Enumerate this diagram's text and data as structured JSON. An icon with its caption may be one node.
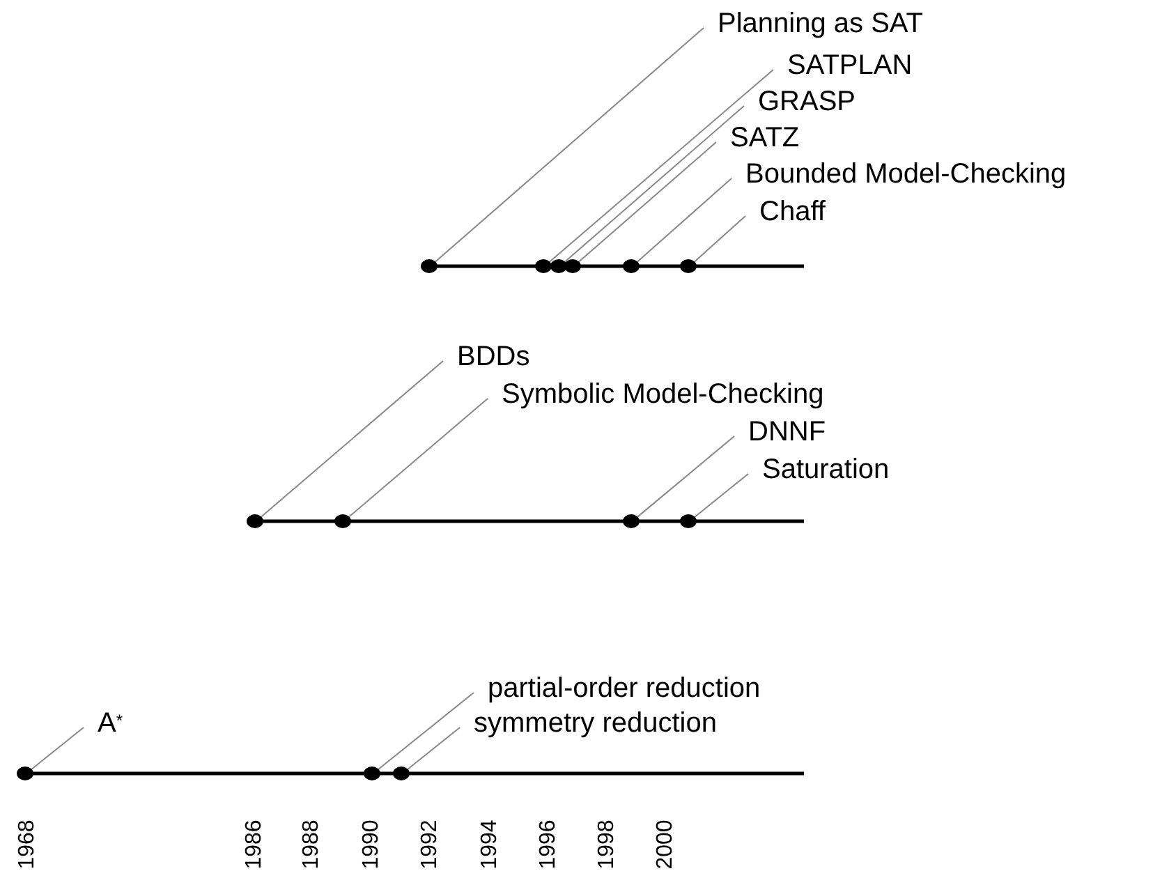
{
  "diagram": {
    "nodes": [
      {
        "text": [
          "Planning as SAT"
        ]
      },
      {
        "text": [
          "SATPLAN"
        ]
      },
      {
        "text": [
          "GRASP"
        ]
      },
      {
        "text": [
          "SATZ"
        ]
      },
      {
        "text": [
          "Bounded Model-Checking"
        ]
      },
      {
        "text": [
          "Chaff"
        ]
      },
      {
        "text": [
          "BDDs"
        ]
      },
      {
        "text": [
          "Symbolic Model-Checking"
        ]
      },
      {
        "text": [
          "DNNF"
        ]
      },
      {
        "text": [
          "Saturation"
        ]
      },
      {
        "text": [
          "A$^{*}$"
        ]
      },
      {
        "text": [
          "partial-order reduction"
        ]
      },
      {
        "text": [
          "symmetry reduction"
        ]
      },
      {
        "text": [],
        "shape": "circle"
      },
      {
        "text": [],
        "shape": "circle"
      },
      {
        "text": [],
        "shape": "circle"
      },
      {
        "text": [],
        "shape": "circle"
      },
      {
        "text": [],
        "shape": "circle"
      },
      {
        "text": [],
        "shape": "circle"
      },
      {
        "text": [],
        "shape": "circle"
      },
      {
        "text": [],
        "shape": "circle"
      },
      {
        "text": [],
        "shape": "circle"
      },
      {
        "text": [],
        "shape": "circle"
      },
      {
        "text": [],
        "shape": "circle"
      },
      {
        "text": [],
        "shape": "circle"
      },
      {
        "text": [],
        "shape": "circle"
      }
    ],
    "edges": [
      {
        "from": 0,
        "to": 13,
        "arrow": "none"
      },
      {
        "from": 1,
        "to": 14,
        "arrow": "none"
      },
      {
        "from": 2,
        "to": 15,
        "arrow": "none"
      },
      {
        "from": 3,
        "to": 16,
        "arrow": "none"
      },
      {
        "from": 4,
        "to": 17,
        "arrow": "none"
      },
      {
        "from": 5,
        "to": 18,
        "arrow": "none"
      },
      {
        "from": 6,
        "to": 19,
        "arrow": "none"
      },
      {
        "from": 7,
        "to": 20,
        "arrow": "none"
      },
      {
        "from": 8,
        "to": 21,
        "arrow": "none"
      },
      {
        "from": 9,
        "to": 22,
        "arrow": "none"
      },
      {
        "from": 10,
        "to": 23,
        "arrow": "none"
      },
      {
        "from": 11,
        "to": 24,
        "arrow": "none"
      },
      {
        "from": 12,
        "to": 25,
        "arrow": "none"
      }
    ],
    "labels": [
      "1968",
      "1986",
      "1988",
      "1990",
      "1992",
      "1994",
      "1996",
      "1998",
      "2000"
    ]
  }
}
